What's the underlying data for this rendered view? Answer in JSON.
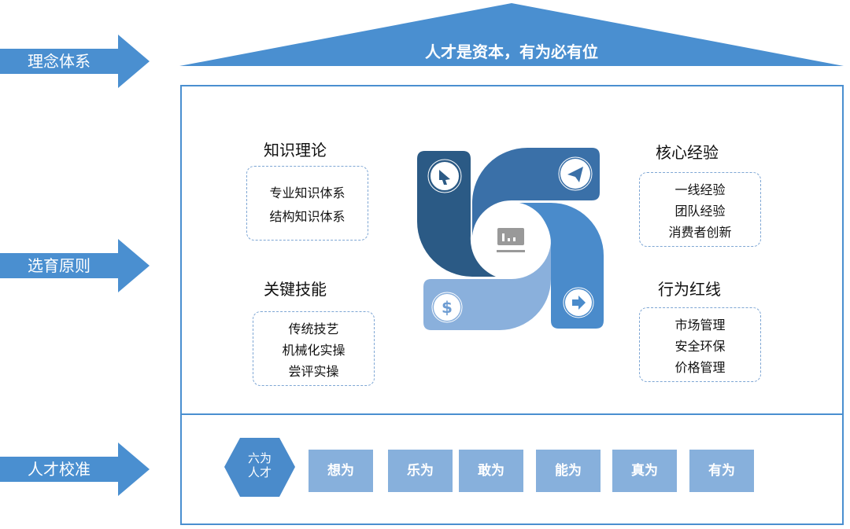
{
  "left_labels": [
    "理念体系",
    "选育原则",
    "人才校准"
  ],
  "roof_title": "人才是资本，有为必有位",
  "quadrants": [
    {
      "title": "知识理论",
      "items": [
        "专业知识体系",
        "结构知识体系"
      ]
    },
    {
      "title": "核心经验",
      "items": [
        "一线经验",
        "团队经验",
        "消费者创新"
      ]
    },
    {
      "title": "关键技能",
      "items": [
        "传统技艺",
        "机械化实操",
        "尝评实操"
      ]
    },
    {
      "title": "行为红线",
      "items": [
        "市场管理",
        "安全环保",
        "价格管理"
      ]
    }
  ],
  "hexagon": {
    "line1": "六为",
    "line2": "人才"
  },
  "tiles": [
    "想为",
    "乐为",
    "敢为",
    "能为",
    "真为",
    "有为"
  ],
  "colors": {
    "accent": "#4a8fd0",
    "dark": "#2b5a85",
    "mid": "#3a70a8",
    "bright": "#4a8bcb",
    "light": "#8ab0dc"
  }
}
